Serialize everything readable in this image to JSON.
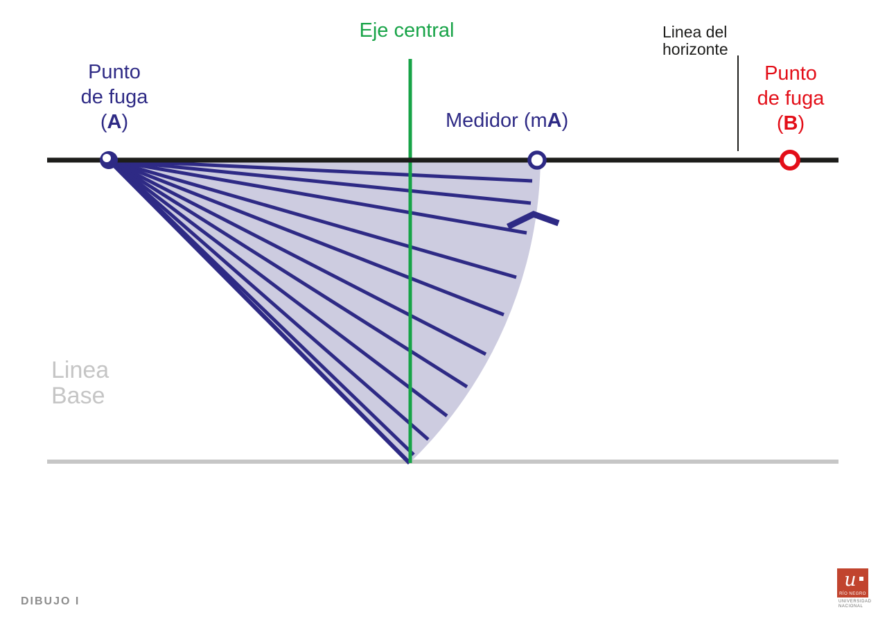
{
  "labels": {
    "eje_central": "Eje central",
    "linea_horizonte": "Linea del\nhorizonte",
    "punto_fuga_a": {
      "line1": "Punto",
      "line2": "de fuga",
      "open": "(",
      "letter": "A",
      "close": ")"
    },
    "punto_fuga_b": {
      "line1": "Punto",
      "line2": "de fuga",
      "open": "(",
      "letter": "B",
      "close": ")"
    },
    "medidor": {
      "pre": "Medidor (m",
      "letter": "A",
      "post": ")"
    },
    "linea_base": "Linea\nBase",
    "dibujo": "DIBUJO I"
  },
  "logo": {
    "glyph": "u",
    "rio_negro": "RÍO NEGRO",
    "university": "UNIVERSIDAD\nNACIONAL"
  },
  "colors": {
    "navy": "#2e2a85",
    "green": "#17a347",
    "red": "#e30e18",
    "black": "#1d1d1b",
    "fan_fill": "#cdcce0",
    "gray_line": "#c6c6c6",
    "gray_text": "#c5c5c5",
    "footer_gray": "#8c8c8c",
    "logo_red": "#c1442e",
    "logo_text_gray": "#6f6f6e"
  }
}
